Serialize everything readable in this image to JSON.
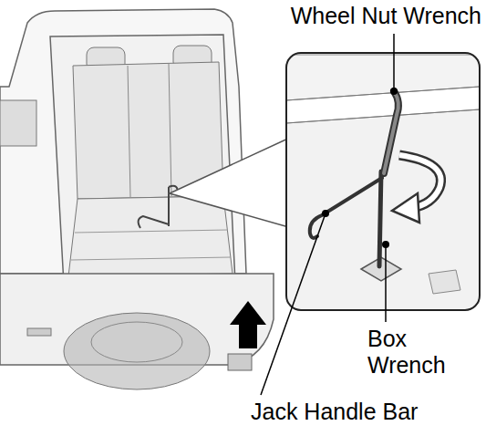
{
  "diagram": {
    "labels": [
      "Wheel Nut Wrench",
      "Box Wrench",
      "Jack Handle Bar"
    ]
  }
}
